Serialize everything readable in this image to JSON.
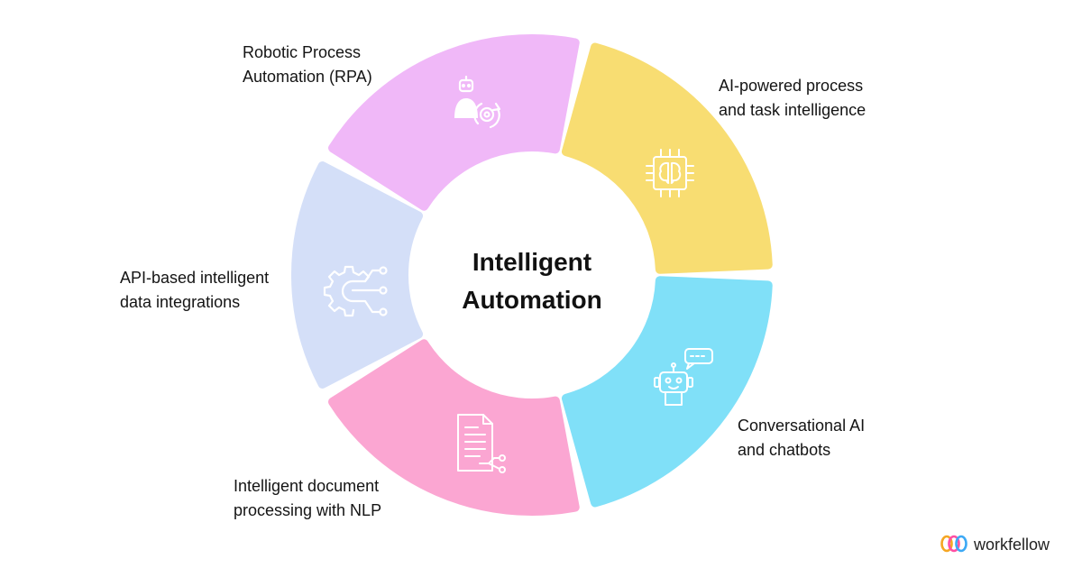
{
  "center": {
    "title_line1": "Intelligent",
    "title_line2": "Automation"
  },
  "segments": [
    {
      "key": "ai",
      "line1": "AI-powered process",
      "line2": "and task intelligence",
      "color": "#f8dd72",
      "icon": "brain-chip-icon"
    },
    {
      "key": "chatbot",
      "line1": "Conversational AI",
      "line2": "and chatbots",
      "color": "#80e0f8",
      "icon": "chatbot-icon"
    },
    {
      "key": "idp",
      "line1": "Intelligent document",
      "line2": "processing with NLP",
      "color": "#fba6d2",
      "icon": "document-nlp-icon"
    },
    {
      "key": "api",
      "line1": "API-based intelligent",
      "line2": "data integrations",
      "color": "#d4dff8",
      "icon": "gear-integration-icon"
    },
    {
      "key": "rpa",
      "line1": "Robotic Process",
      "line2": "Automation (RPA)",
      "color": "#f0b8f8",
      "icon": "robot-cycle-icon"
    }
  ],
  "brand": {
    "name": "workfellow",
    "icon": "workfellow-logo-icon",
    "colors": [
      "#f5a623",
      "#ff4fa3",
      "#3da9f5"
    ]
  }
}
